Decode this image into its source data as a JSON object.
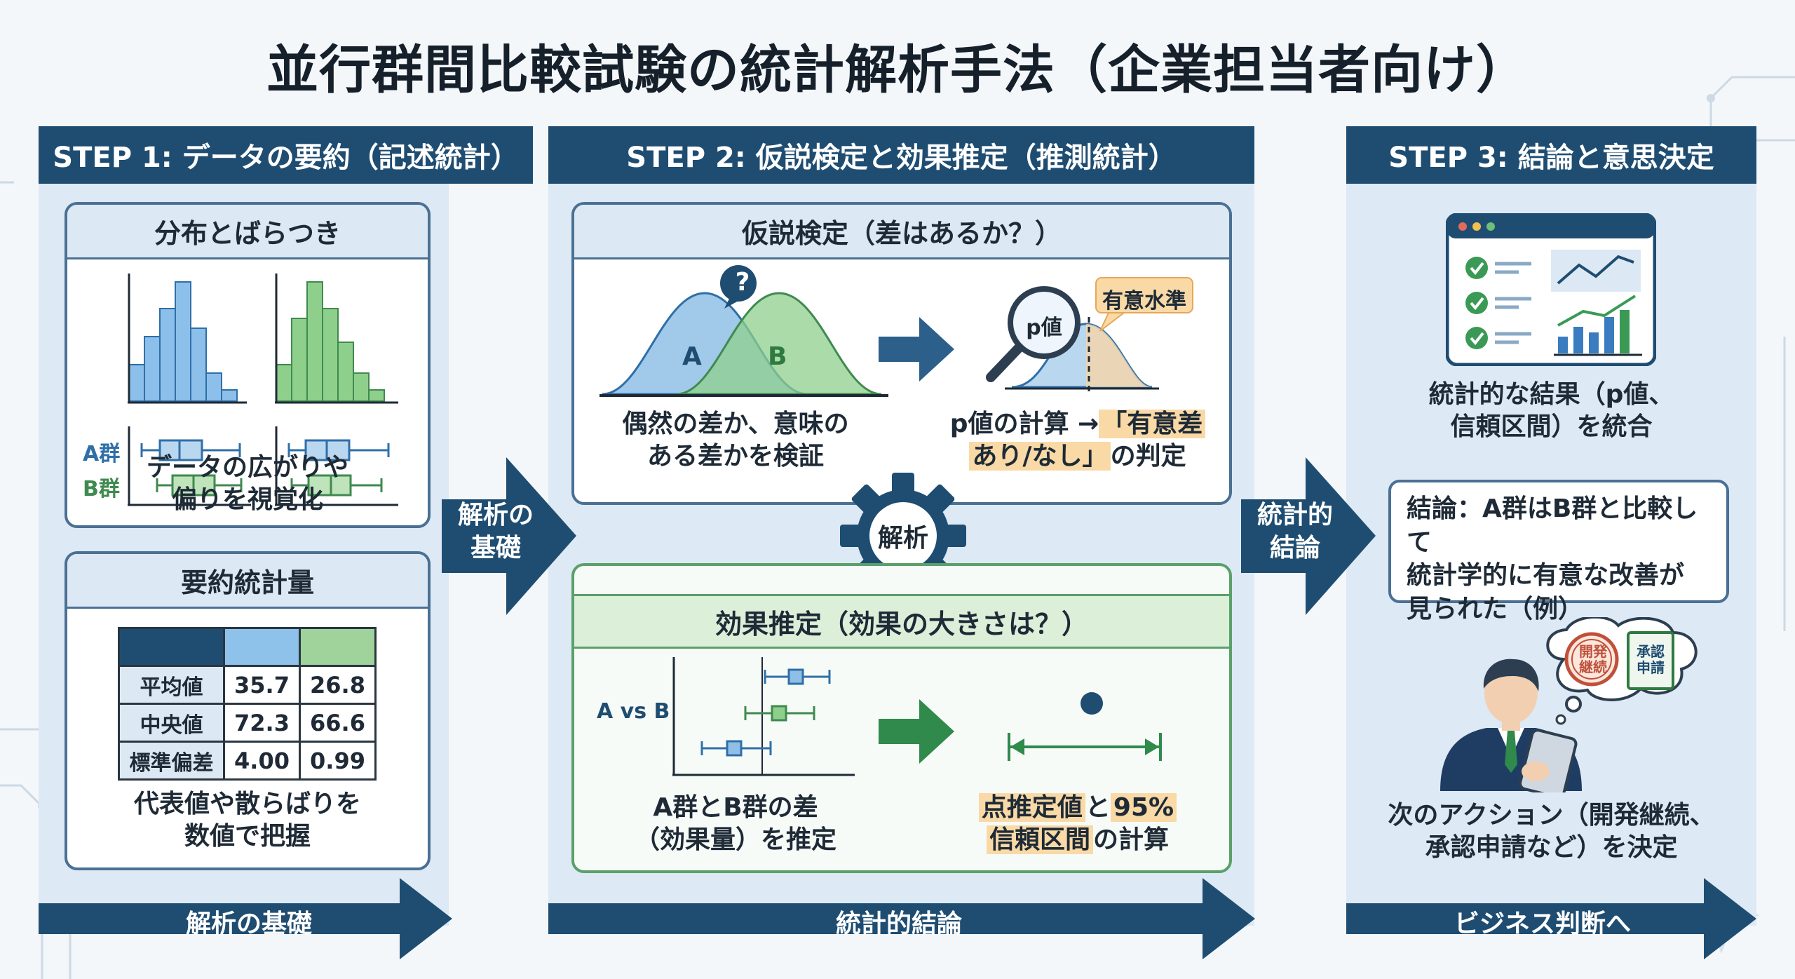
{
  "title": "並行群間比較試験の統計解析手法（企業担当者向け）",
  "steps": [
    {
      "header": "STEP 1: データの要約（記述統計）"
    },
    {
      "header": "STEP 2: 仮説検定と効果推定（推測統計）"
    },
    {
      "header": "STEP 3: 結論と意思決定"
    }
  ],
  "step1": {
    "dist_card": {
      "title": "分布とばらつき",
      "group_a_label": "A群",
      "group_b_label": "B群",
      "caption": [
        "データの広がりや",
        "偏りを視覚化"
      ]
    },
    "stats_card": {
      "title": "要約統計量",
      "table": {
        "rows": [
          {
            "label": "平均値",
            "a": "35.7",
            "b": "26.8"
          },
          {
            "label": "中央値",
            "a": "72.3",
            "b": "66.6"
          },
          {
            "label": "標準偏差",
            "a": "4.00",
            "b": "0.99"
          }
        ]
      },
      "caption": [
        "代表値や散らばりを",
        "数値で把握"
      ]
    },
    "bottom_bar": "解析の基礎"
  },
  "arrow1_label": [
    "解析の",
    "基礎"
  ],
  "step2": {
    "test_card": {
      "title": "仮説検定（差はあるか？）",
      "dist_a": "A",
      "dist_b": "B",
      "question_mark": "?",
      "pvalue_lens": "p値",
      "significance_callout": "有意水準",
      "caption_left": [
        "偶然の差か、意味の",
        "ある差かを検証"
      ],
      "caption_right_1": "p値の計算 →",
      "caption_right_hl1": "「有意差",
      "caption_right_hl2": "あり/なし」",
      "caption_right_2": "の判定"
    },
    "gear_label": "解析",
    "effect_card": {
      "title": "効果推定（効果の大きさは？）",
      "forest_label": "A vs B",
      "caption_left": [
        "A群とB群の差",
        "（効果量）を推定"
      ],
      "caption_right_hl1": "点推定値",
      "caption_right_mid": "と",
      "caption_right_hl2": "95%",
      "caption_right_hl3": "信頼区間",
      "caption_right_end": "の計算"
    },
    "bottom_bar": "統計的結論"
  },
  "arrow2_label": [
    "統計的",
    "結論"
  ],
  "step3": {
    "results_caption": [
      "統計的な結果（p値、",
      "信頼区間）を統合"
    ],
    "conclusion": [
      "結論：A群はB群と比較して",
      "統計学的に有意な改善が",
      "見られた（例）"
    ],
    "bubble_left": [
      "開発",
      "継続"
    ],
    "bubble_right": [
      "承認",
      "申請"
    ],
    "action_caption": [
      "次のアクション（開発継続、",
      "承認申請など）を決定"
    ],
    "bottom_bar": "ビジネス判断へ"
  },
  "colors": {
    "navy": "#1f4d72",
    "group_a_blue": "#5b9bd5",
    "group_b_green": "#5aa86a",
    "highlight": "#f9d9a6"
  }
}
